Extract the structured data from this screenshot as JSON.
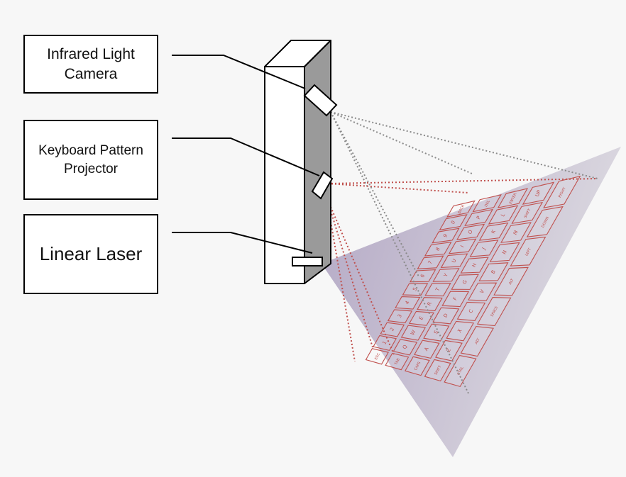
{
  "labels": {
    "camera": "Infrared Light\nCamera",
    "projector": "Keyboard Pattern\nProjector",
    "laser": "Linear Laser"
  },
  "colors": {
    "background": "#f7f7f7",
    "device_front": "#ffffff",
    "device_side": "#9a9a9a",
    "laser_plane": "#b9b0c8",
    "projector_beam": "#c0504d",
    "camera_beam": "#8a8a8a",
    "key_outline": "#c0504d"
  },
  "keyboard": {
    "rows": [
      [
        "ESC",
        "1",
        "2",
        "3",
        "4",
        "5",
        "6",
        "7",
        "8",
        "9",
        "0",
        "BACK"
      ],
      [
        "TAB",
        "Q",
        "W",
        "E",
        "R",
        "T",
        "Y",
        "U",
        "I",
        "O",
        "P",
        "DEL"
      ],
      [
        "CAPS",
        "A",
        "S",
        "D",
        "F",
        "G",
        "H",
        "J",
        "K",
        "L",
        "ENTER"
      ],
      [
        "SHIFT",
        "Z",
        "X",
        "C",
        "V",
        "B",
        "N",
        "M",
        "SHIFT",
        "UP"
      ],
      [
        "CTRL",
        "ALT",
        "SPACE",
        "ALT",
        "LEFT",
        "DOWN",
        "RIGHT"
      ]
    ]
  }
}
